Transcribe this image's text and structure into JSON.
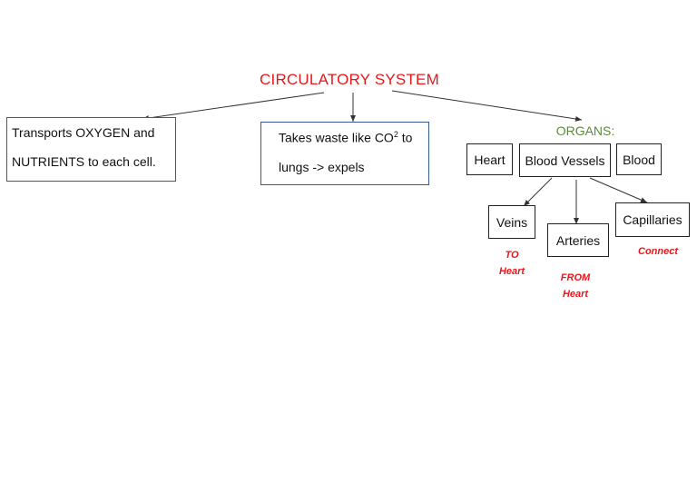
{
  "title": "CIRCULATORY SYSTEM",
  "boxes": {
    "transports_line1": "Transports OXYGEN and",
    "transports_line2": "NUTRIENTS to each cell.",
    "waste_line1_pre": "Takes waste like CO",
    "waste_line1_sup": "2",
    "waste_line1_post": " to",
    "waste_line2": "lungs -> expels"
  },
  "organs": {
    "heading": "ORGANS:",
    "items": [
      "Heart",
      "Blood Vessels",
      "Blood"
    ]
  },
  "vessels": {
    "veins": "Veins",
    "arteries": "Arteries",
    "capillaries": "Capillaries"
  },
  "notes": {
    "veins_line1": "TO",
    "veins_line2": "Heart",
    "arteries_line1": "FROM",
    "arteries_line2": "Heart",
    "capillaries": "Connect"
  },
  "colors": {
    "title": "#e8171b",
    "organs_heading": "#5a8a3a",
    "notes": "#e8171b",
    "box_border_blue": "#3a5a92"
  }
}
